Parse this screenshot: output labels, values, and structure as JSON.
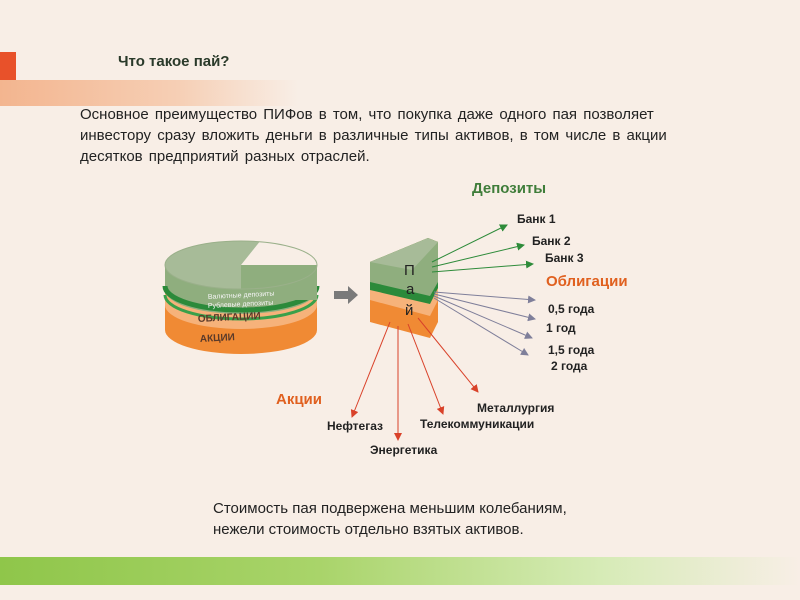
{
  "slide": {
    "title": "Что такое пай?",
    "intro_lines": [
      "Основное  преимущество  ПИФов  в том, что покупка  даже одного пая позволяет",
      "инвестору сразу  вложить деньги в различные типы активов, в  том числе в акции",
      "десятков  предприятий  разных отраслей."
    ],
    "bottom_lines": [
      "Стоимость пая подвержена меньшим колебаниям,",
      "нежели стоимость отдельно взятых активов."
    ]
  },
  "diagram": {
    "pie_layers": {
      "currency_deposits": "Валютные депозиты",
      "ruble_deposits": "Рублевые депозиты",
      "bonds": "ОБЛИГАЦИИ",
      "stocks": "АКЦИИ"
    },
    "share_letters": [
      "П",
      "а",
      "й"
    ],
    "categories": {
      "deposits": "Депозиты",
      "bonds": "Облигации",
      "stocks": "Акции"
    },
    "deposit_items": [
      "Банк 1",
      "Банк 2",
      "Банк 3"
    ],
    "bond_items": [
      "0,5 года",
      "1 год",
      "1,5 года",
      "2 года"
    ],
    "stock_items": [
      "Нефтегаз",
      "Энергетика",
      "Телекоммуникации",
      "Металлургия"
    ],
    "colors": {
      "green": "#8fae7e",
      "dark_green": "#2b8a3a",
      "orange": "#f08a34",
      "light_orange": "#f6b27a",
      "arrow_gray": "#7a7a7a",
      "deposit_line": "#2e8b3a",
      "bond_line": "#7f7f9a",
      "stock_line": "#d9422a"
    }
  }
}
